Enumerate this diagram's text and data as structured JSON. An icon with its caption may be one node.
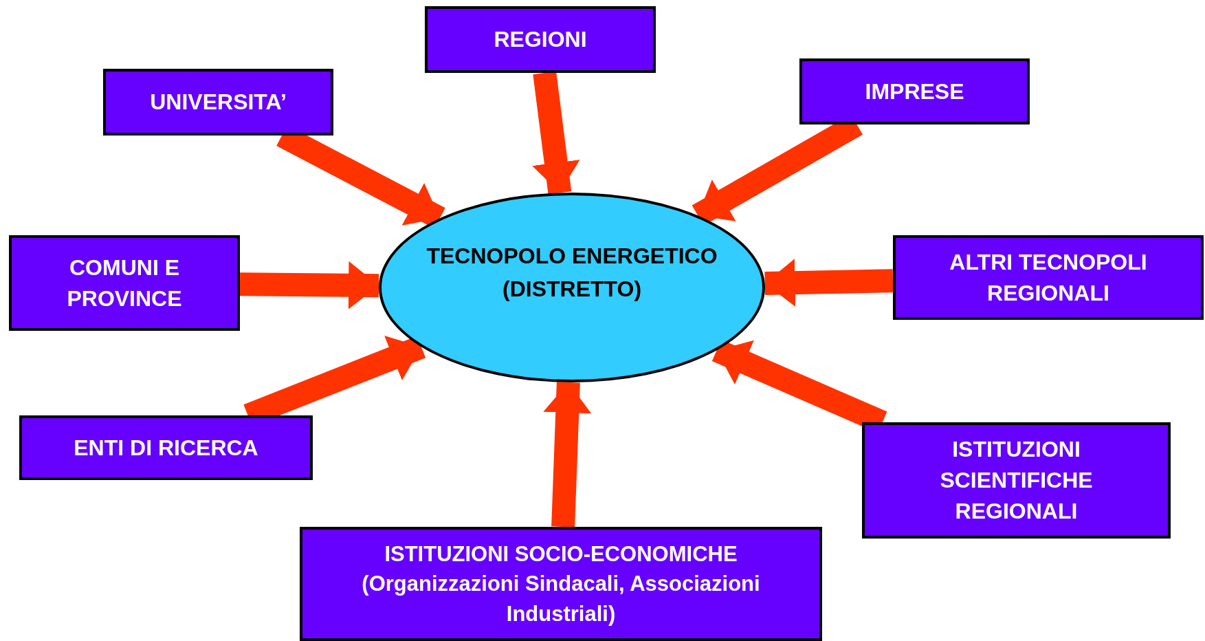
{
  "diagram": {
    "nodes": [
      {
        "text": [
          "TECNOPOLO ENERGETICO (DISTRETTO)"
        ]
      },
      {
        "text": [
          "REGIONI"
        ]
      },
      {
        "text": [
          "UNIVERSITA’"
        ]
      },
      {
        "text": [
          "IMPRESE"
        ]
      },
      {
        "text": [
          "COMUNI E PROVINCE"
        ]
      },
      {
        "text": [
          "ALTRI TECNOPOLI REGIONALI"
        ]
      },
      {
        "text": [
          "ENTI DI RICERCA"
        ]
      },
      {
        "text": [
          "ISTITUZIONI SCIENTIFICHE REGIONALI"
        ]
      },
      {
        "text": [
          "ISTITUZIONI SOCIO-ECONOMICHE",
          "(Organizzazioni Sindacali, Associazioni Industriali)"
        ]
      }
    ],
    "edges": [
      {
        "from": 1,
        "to": 0,
        "arrow": "to"
      },
      {
        "from": 2,
        "to": 0,
        "arrow": "to"
      },
      {
        "from": 3,
        "to": 0,
        "arrow": "to"
      },
      {
        "from": 4,
        "to": 0,
        "arrow": "to"
      },
      {
        "from": 5,
        "to": 0,
        "arrow": "to"
      },
      {
        "from": 6,
        "to": 0,
        "arrow": "to"
      },
      {
        "from": 7,
        "to": 0,
        "arrow": "to"
      },
      {
        "from": 8,
        "to": 0,
        "arrow": "to"
      }
    ]
  }
}
